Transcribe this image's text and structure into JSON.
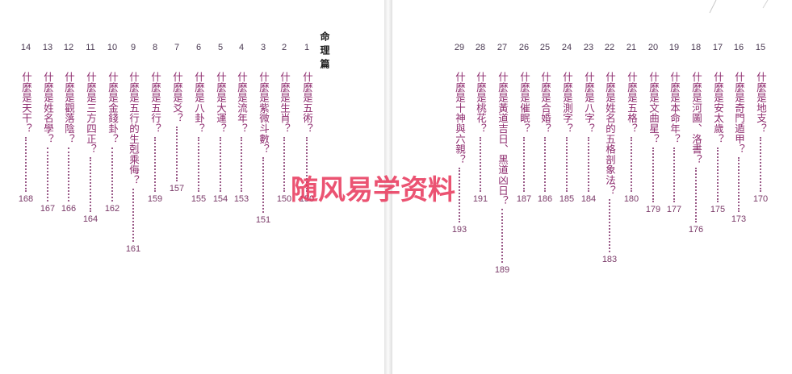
{
  "section_title": "命理篇",
  "watermark": "随风易学资料",
  "entries": [
    {
      "no": "1",
      "title": "什麼是五術？",
      "page": "150"
    },
    {
      "no": "2",
      "title": "什麼是生肖？",
      "page": "150"
    },
    {
      "no": "3",
      "title": "什麼是紫微斗數？",
      "page": "151"
    },
    {
      "no": "4",
      "title": "什麼是流年？",
      "page": "153"
    },
    {
      "no": "5",
      "title": "什麼是大運？",
      "page": "154"
    },
    {
      "no": "6",
      "title": "什麼是八卦？",
      "page": "155"
    },
    {
      "no": "7",
      "title": "什麼是爻？",
      "page": "157"
    },
    {
      "no": "8",
      "title": "什麼是五行？",
      "page": "159"
    },
    {
      "no": "9",
      "title": "什麼是五行的生剋乘侮？",
      "page": "161"
    },
    {
      "no": "10",
      "title": "什麼是金錢卦？",
      "page": "162"
    },
    {
      "no": "11",
      "title": "什麼是三方四正？",
      "page": "164"
    },
    {
      "no": "12",
      "title": "什麼是觀落陰？",
      "page": "166"
    },
    {
      "no": "13",
      "title": "什麼是姓名學？",
      "page": "167"
    },
    {
      "no": "14",
      "title": "什麼是天干？",
      "page": "168"
    },
    {
      "no": "15",
      "title": "什麼是地支？",
      "page": "170"
    },
    {
      "no": "16",
      "title": "什麼是奇門遁甲？",
      "page": "173"
    },
    {
      "no": "17",
      "title": "什麼是安太歲？",
      "page": "175"
    },
    {
      "no": "18",
      "title": "什麼是河圖、洛書？",
      "page": "176"
    },
    {
      "no": "19",
      "title": "什麼是本命年？",
      "page": "177"
    },
    {
      "no": "20",
      "title": "什麼是文曲星？",
      "page": "179"
    },
    {
      "no": "21",
      "title": "什麼是五格？",
      "page": "180"
    },
    {
      "no": "22",
      "title": "什麼是姓名的五格剖象法？",
      "page": "183"
    },
    {
      "no": "23",
      "title": "什麼是八字？",
      "page": "184"
    },
    {
      "no": "24",
      "title": "什麼是測字？",
      "page": "185"
    },
    {
      "no": "25",
      "title": "什麼是合婚？",
      "page": "186"
    },
    {
      "no": "26",
      "title": "什麼是催眠？",
      "page": "187"
    },
    {
      "no": "27",
      "title": "什麼是黃道吉日、黑道凶日？",
      "page": "189"
    },
    {
      "no": "28",
      "title": "什麼是桃花？",
      "page": "191"
    },
    {
      "no": "29",
      "title": "什麼是十神與六親？",
      "page": "193"
    }
  ]
}
